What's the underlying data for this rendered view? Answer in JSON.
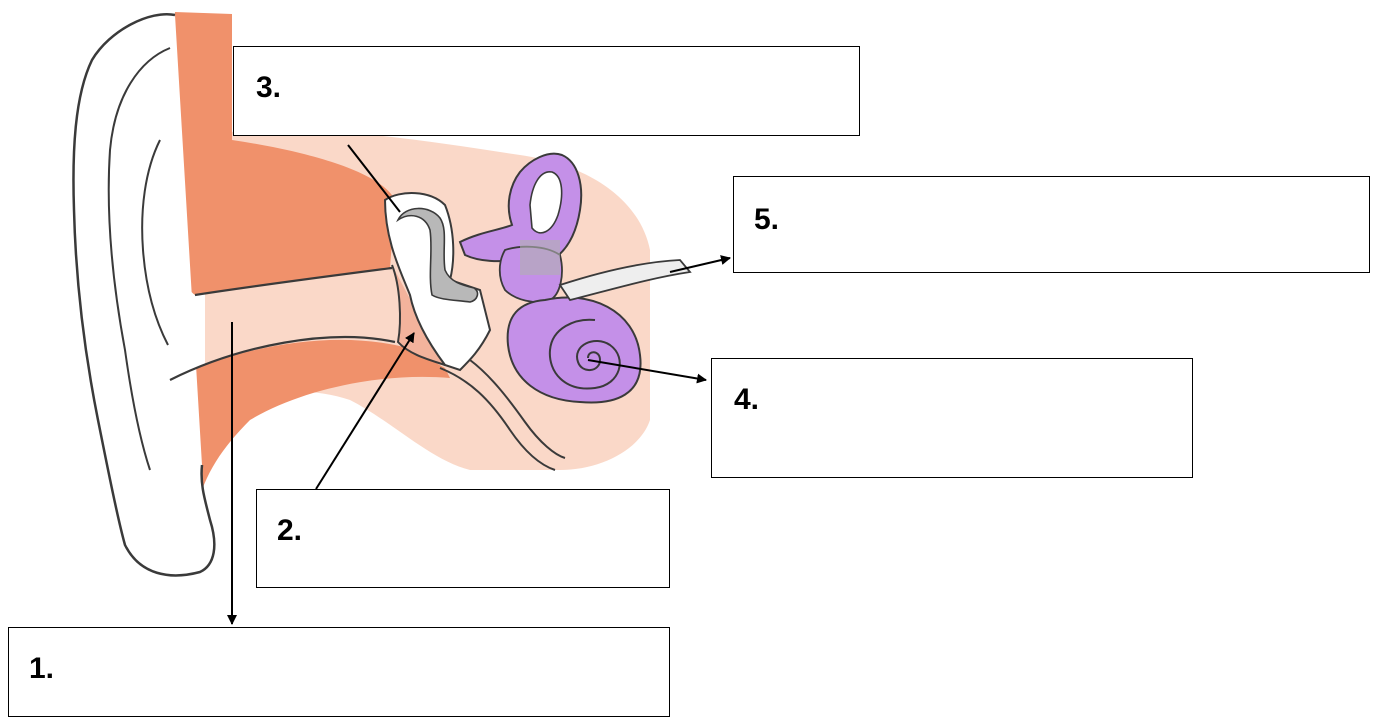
{
  "labels": {
    "one": "1.",
    "two": "2.",
    "three": "3.",
    "four": "4.",
    "five": "5."
  },
  "colors": {
    "outer_ear": "#f0916b",
    "skin_tint": "#f8cbb6",
    "inner_ear": "#c490e8",
    "ossicles": "#b8b8b8",
    "outline": "#3a3a3a"
  },
  "icons": {
    "arrowhead": "filled-triangle"
  }
}
